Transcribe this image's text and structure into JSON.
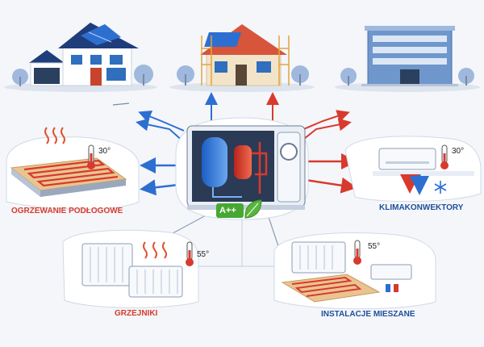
{
  "labels": {
    "floor": "OGRZEWANIE PODŁOGOWE",
    "fan": "KLIMAKONWEKTORY",
    "radiators": "GRZEJNIKI",
    "mixed": "INSTALACJE MIESZANE"
  },
  "temps": {
    "floor": "30°",
    "fan": "30°",
    "radiators": "55°",
    "mixed": "55°"
  },
  "energy_class": "A++",
  "colors": {
    "hot": "#d83a2e",
    "cold": "#2d6fd1",
    "accent": "#46a832"
  },
  "icons": [
    "house-solar-icon",
    "house-renovation-icon",
    "office-building-icon",
    "heat-pump-icon",
    "thermometer-icon",
    "snowflake-icon",
    "leaf-icon"
  ]
}
